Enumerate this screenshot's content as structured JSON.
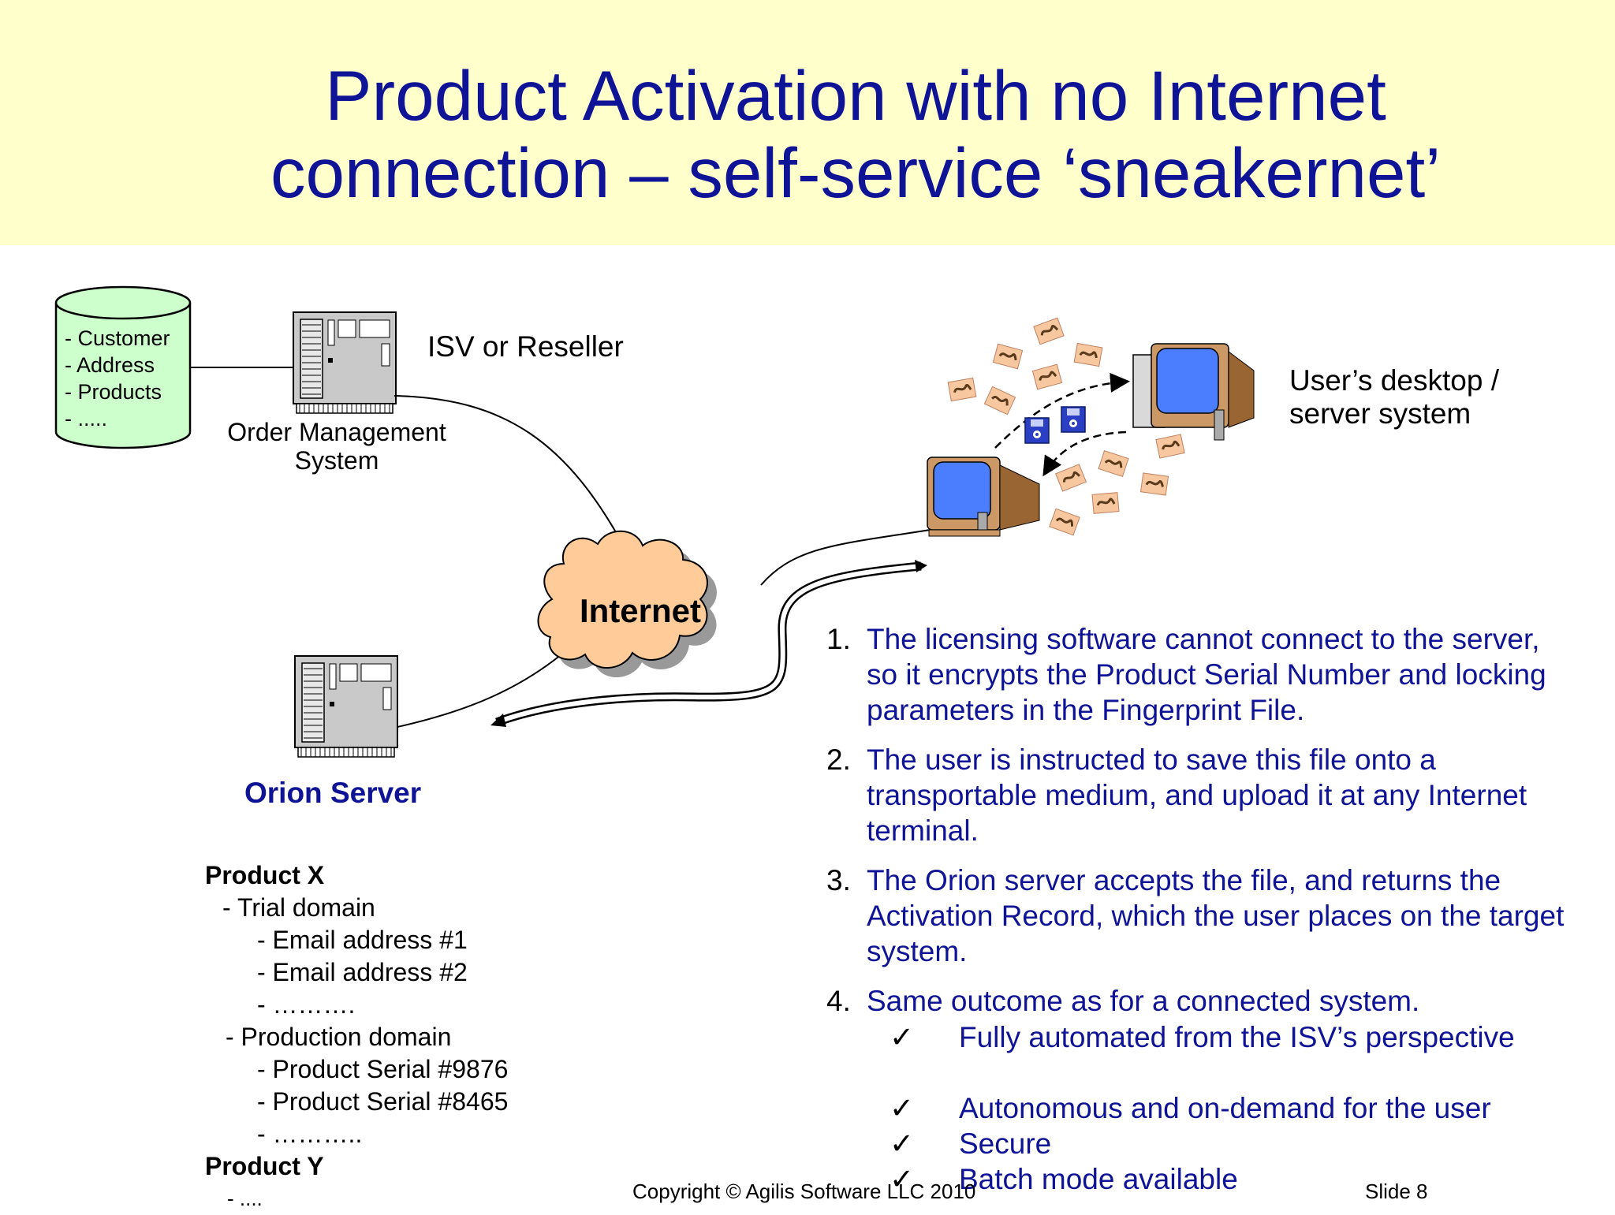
{
  "slide": {
    "title_line1": "Product Activation with no Internet",
    "title_line2": "connection – self-service ‘sneakernet’",
    "colors": {
      "title": "#0f1496",
      "title_band": "#ffffcc",
      "db_fill": "#ccffcc",
      "cloud_fill": "#ffcc99",
      "text_blue": "#0f1496"
    }
  },
  "diagram": {
    "database": {
      "items": [
        "- Customer",
        "- Address",
        "- Products",
        "- ....."
      ]
    },
    "isv_label": "ISV or Reseller",
    "oms_label": "Order Management System",
    "internet_label": "Internet",
    "orion_label": "Orion Server",
    "user_label_line1": "User’s desktop /",
    "user_label_line2": "server system"
  },
  "products": {
    "product_x": "Product X",
    "trial": "- Trial domain",
    "email1": "- Email address #1",
    "email2": "- Email address #2",
    "dots1": "- ……….",
    "production": "- Production domain",
    "serial1": "- Product Serial #9876",
    "serial2": "- Product Serial #8465",
    "dots2": "- ………..",
    "product_y": "Product Y",
    "dots3": "- ...."
  },
  "steps": [
    {
      "num": "1.",
      "text": "The licensing software cannot connect to the server, so it encrypts the Product Serial Number and locking parameters in the Fingerprint File."
    },
    {
      "num": "2.",
      "text": "The user is instructed to save this file onto a transportable medium, and upload it at any Internet terminal."
    },
    {
      "num": "3.",
      "text": "The Orion server accepts the file, and returns the Activation Record, which the user places on the target system."
    },
    {
      "num": "4.",
      "text": "Same outcome as for a connected system."
    }
  ],
  "checks": {
    "mark": "✓",
    "items": [
      "Fully automated from the ISV’s perspective",
      "Autonomous and on-demand for the user",
      "Secure",
      "Batch mode available"
    ]
  },
  "footer": {
    "copyright": "Copyright © Agilis Software LLC 2010",
    "slide_number": "Slide 8"
  }
}
